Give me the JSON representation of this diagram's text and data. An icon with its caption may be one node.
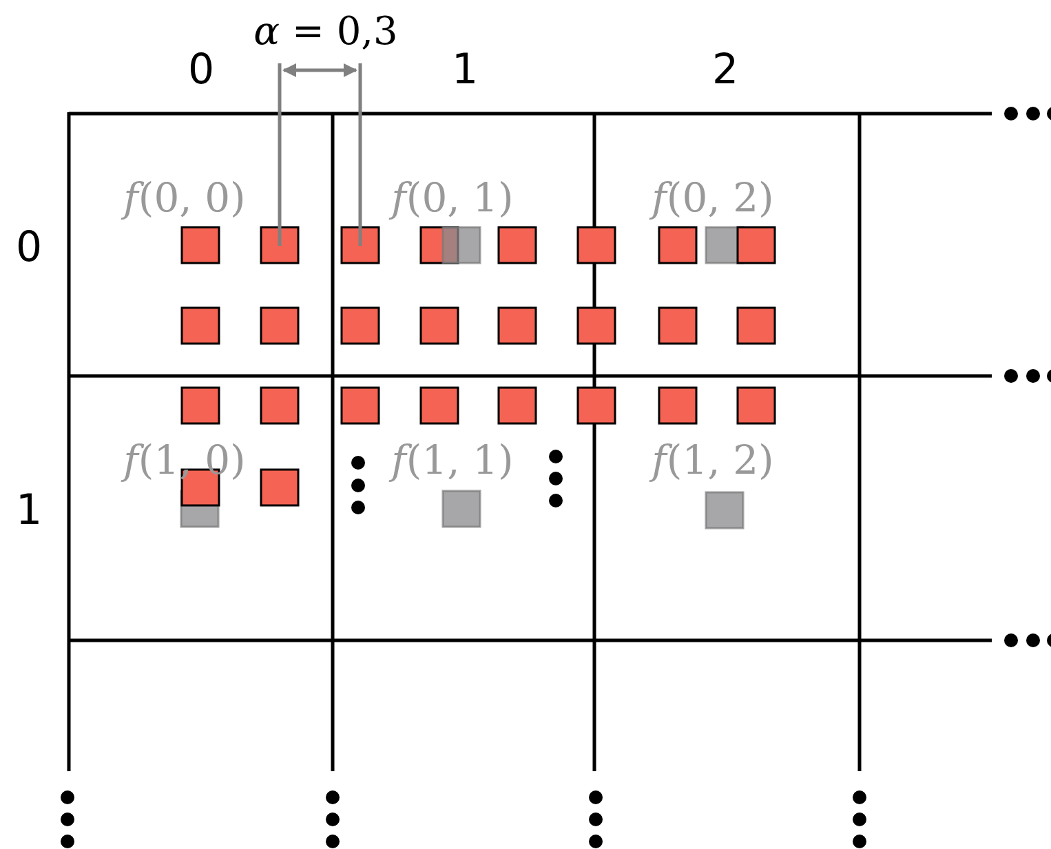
{
  "diagram": {
    "labels": [
      "*α* = 0,3",
      "0",
      "1",
      "2",
      "*f*(0, 0)",
      "*f*(0, 1)",
      "*f*(0, 2)",
      "0",
      "*f*(1, 0)",
      "*f*(1, 1)",
      "*f*(1, 2)",
      "1"
    ]
  }
}
